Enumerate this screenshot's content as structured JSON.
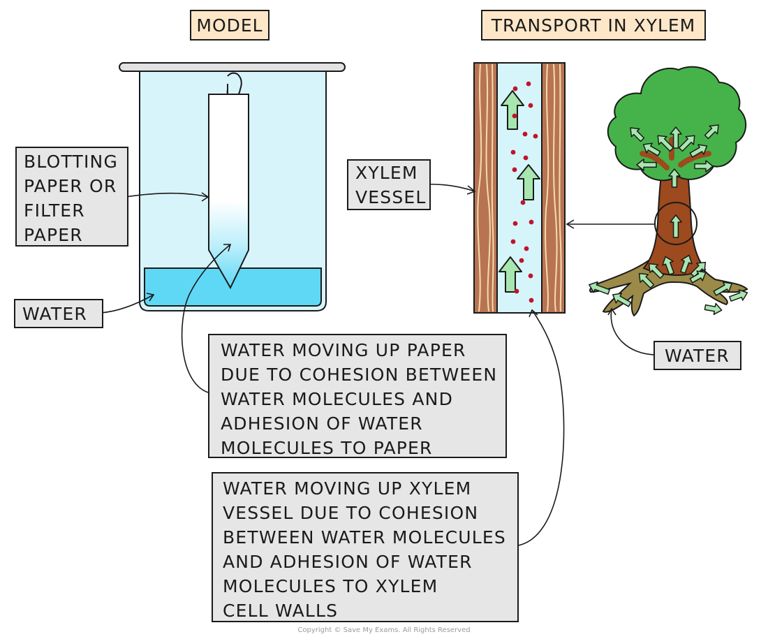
{
  "titles": {
    "model": "MODEL",
    "xylem": "TRANSPORT IN XYLEM"
  },
  "labels": {
    "blotting_paper": [
      "BLOTTING",
      "PAPER OR",
      "FILTER",
      "PAPER"
    ],
    "water_left": "WATER",
    "xylem_vessel": [
      "XYLEM",
      "VESSEL"
    ],
    "water_right": "WATER"
  },
  "notes": {
    "paper": [
      "WATER MOVING UP PAPER",
      "DUE TO COHESION BETWEEN",
      "WATER MOLECULES AND",
      "ADHESION OF WATER",
      "MOLECULES TO PAPER"
    ],
    "xylem": [
      "WATER MOVING UP XYLEM",
      "VESSEL DUE TO COHESION",
      "BETWEEN WATER MOLECULES",
      "AND ADHESION OF WATER",
      "MOLECULES TO XYLEM",
      "CELL WALLS"
    ]
  },
  "copyright": "Copyright © Save My Exams. All Rights Reserved",
  "colors": {
    "beaker": "#d8f4fb",
    "water": "#5fd8f5",
    "xylem_lumen": "#d6f5fb",
    "xylem_wall": "#b87452",
    "arrow": "#a8e6b0",
    "molecule": "#c0142b",
    "foliage": "#46b34a",
    "trunk": "#9c4a1e",
    "roots": "#9b8a48",
    "tag": "#e6e6e6",
    "title_box": "#fde7c8"
  }
}
